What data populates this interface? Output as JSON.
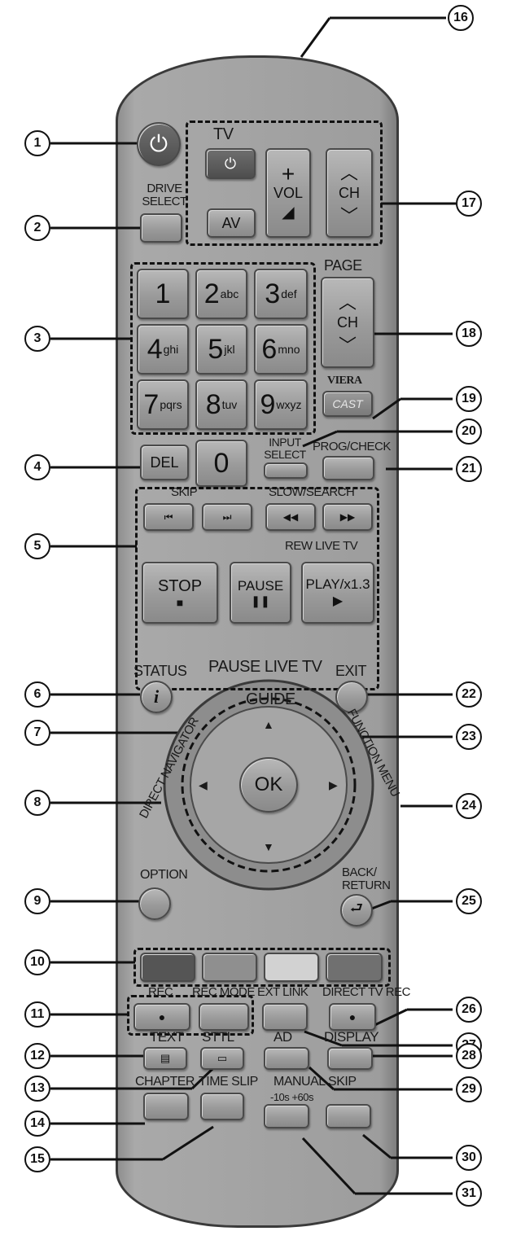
{
  "markers": [
    "1",
    "2",
    "3",
    "4",
    "5",
    "6",
    "7",
    "8",
    "9",
    "10",
    "11",
    "12",
    "13",
    "14",
    "15",
    "16",
    "17",
    "18",
    "19",
    "20",
    "21",
    "22",
    "23",
    "24",
    "25",
    "26",
    "27",
    "28",
    "29",
    "30",
    "31"
  ],
  "labels": {
    "tv": "TV",
    "drive_select": "DRIVE SELECT",
    "av": "AV",
    "vol": "VOL",
    "vol_plus": "+",
    "ch": "CH",
    "page": "PAGE",
    "viera": "VIERA",
    "cast": "CAST",
    "del": "DEL",
    "input_select": "INPUT SELECT",
    "prog_check": "PROG/CHECK",
    "skip": "SKIP",
    "slow_search": "SLOW/SEARCH",
    "rew_live_tv": "REW LIVE TV",
    "stop": "STOP",
    "pause": "PAUSE",
    "play": "PLAY/x1.3",
    "status": "STATUS",
    "pause_live_tv": "PAUSE LIVE TV",
    "exit": "EXIT",
    "guide": "GUIDE",
    "direct_navigator": "DIRECT NAVIGATOR",
    "function_menu": "FUNCTION MENU",
    "ok": "OK",
    "option": "OPTION",
    "back_return": "BACK/ RETURN",
    "rec": "REC",
    "rec_mode": "REC MODE",
    "ext_link": "EXT LINK",
    "direct_tv_rec": "DIRECT TV REC",
    "text": "TEXT",
    "sttl": "STTL",
    "ad": "AD",
    "display": "DISPLAY",
    "chapter": "CHAPTER",
    "time_slip": "TIME SLIP",
    "manual_skip": "MANUAL SKIP",
    "manual_skip_values": "-10s +60s",
    "info": "i"
  },
  "numpad": [
    {
      "digit": "1",
      "letters": ""
    },
    {
      "digit": "2",
      "letters": "abc"
    },
    {
      "digit": "3",
      "letters": "def"
    },
    {
      "digit": "4",
      "letters": "ghi"
    },
    {
      "digit": "5",
      "letters": "jkl"
    },
    {
      "digit": "6",
      "letters": "mno"
    },
    {
      "digit": "7",
      "letters": "pqrs"
    },
    {
      "digit": "8",
      "letters": "tuv"
    },
    {
      "digit": "9",
      "letters": "wxyz"
    },
    {
      "digit": "0",
      "letters": ""
    }
  ],
  "colors": {
    "red_button": "#5a5a5a",
    "green_button": "#8f8f8f",
    "yellow_button": "#cfcfcf",
    "blue_button": "#6f6f6f",
    "body": "#a3a3a3",
    "outline": "#111111"
  }
}
